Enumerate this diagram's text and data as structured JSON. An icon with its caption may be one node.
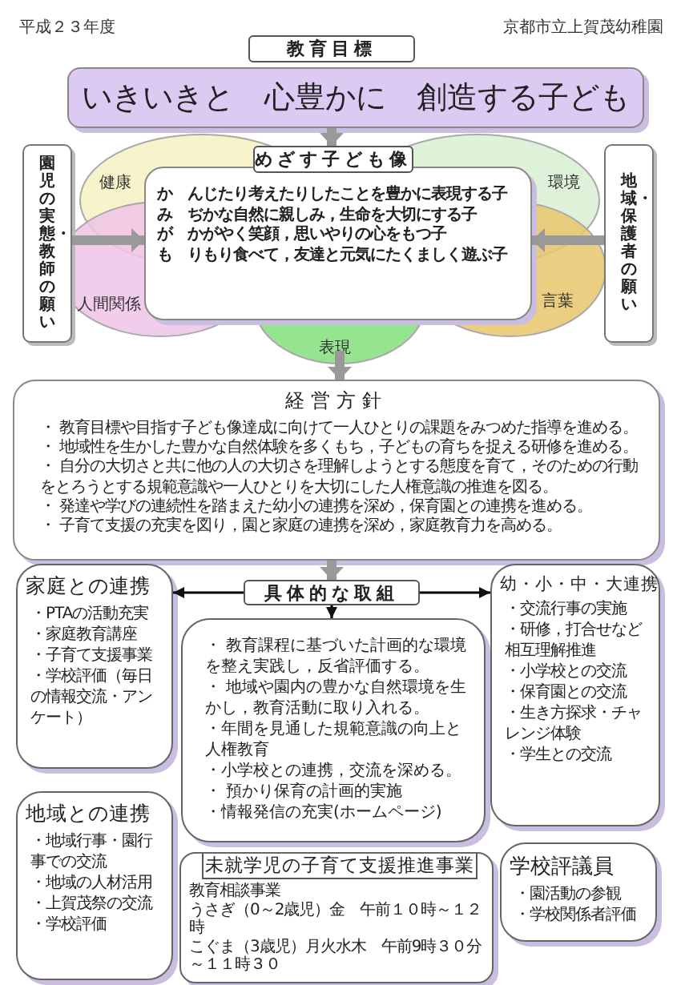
{
  "diagram": {
    "nodes": [
      {
        "text": [
          "教育目標"
        ]
      },
      {
        "text": [
          "いきいきと　心豊かに　創造する子ども"
        ]
      },
      {
        "text": [
          "園児の実態・教師の願い"
        ]
      },
      {
        "text": [
          "健康"
        ]
      },
      {
        "text": [
          "環境"
        ]
      },
      {
        "text": [
          "人間関係"
        ]
      },
      {
        "text": [
          "言葉"
        ]
      },
      {
        "text": [
          "表現"
        ]
      },
      {
        "text": [
          "めざす子ども像"
        ]
      },
      {
        "text": [
          "か　んじたり考えたりしたことを豊かに表現する子",
          "み　ぢかな自然に親しみ，生命を大切にする子",
          "が　かがやく笑顔，思いやりの心をもつ子",
          "も　りもり食べて，友達と元気にたくましく遊ぶ子"
        ]
      },
      {
        "text": [
          "地域・保護者の願い"
        ]
      },
      {
        "text": [
          "経営方針",
          "・ 教育目標や目指す子ども像達成に向けて一人ひとりの課題をみつめた指導を進める。",
          "・ 地域性を生かした豊かな自然体験を多くもち，子どもの育ちを捉える研修を進める。",
          "・ 自分の大切さと共に他の人の大切さを理解しようとする態度を育て，そのための行動をとろうとする規範意識や一人ひとりを大切にした人権意識の推進を図る。",
          "・ 発達や学びの連続性を踏まえた幼小の連携を深め，保育園との連携を進める。",
          "・ 子育て支援の充実を図り，園と家庭の連携を深め，家庭教育力を高める。"
        ]
      },
      {
        "text": [
          "具体的な取組"
        ]
      },
      {
        "text": [
          "家庭との連携",
          "・PTAの活動充実",
          "・家庭教育講座",
          "・子育て支援事業",
          "・学校評価（毎日の情報交流・アンケート）"
        ]
      },
      {
        "text": [
          "・ 教育課程に基づいた計画的な環境を整え実践し，反省評価する。",
          "・ 地域や園内の豊かな自然環境を生かし，教育活動に取り入れる。",
          "・年間を見通した規範意識の向上と人権教育",
          "・小学校との連携，交流を深める。",
          "・ 預かり保育の計画的実施",
          "・情報発信の充実(ホームページ)"
        ]
      },
      {
        "text": [
          "幼・小・中・大連携",
          "・交流行事の実施",
          "・研修，打合せなど相互理解推進",
          "・小学校との交流",
          "・保育園との交流",
          "・生き方探求・チャレンジ体験",
          "・学生との交流"
        ]
      },
      {
        "text": [
          "地域との連携",
          "・地域行事・園行事での交流",
          "・地域の人材活用",
          "・上賀茂祭の交流",
          "・学校評価"
        ]
      },
      {
        "text": [
          "未就学児の子育て支援推進事業",
          "教育相談事業",
          "うさぎ（0～2歳児）金　午前１０時～１２時",
          "こぐま（3歳児）月火水木　午前9時３０分～１１時３０"
        ]
      },
      {
        "text": [
          "学校評議員",
          "・園活動の参観",
          "・学校関係者評価"
        ]
      }
    ],
    "edges": [
      {
        "from": 1,
        "to": 8,
        "arrow": "to"
      },
      {
        "from": 2,
        "to": 9,
        "arrow": "to"
      },
      {
        "from": 10,
        "to": 9,
        "arrow": "to"
      },
      {
        "from": 7,
        "to": 11,
        "arrow": "to"
      },
      {
        "from": 11,
        "to": 12,
        "arrow": "to"
      },
      {
        "from": 12,
        "to": 13,
        "arrow": "to",
        "color": "#000000"
      },
      {
        "from": 12,
        "to": 15,
        "arrow": "to",
        "color": "#000000"
      },
      {
        "from": 12,
        "to": 14,
        "arrow": "to",
        "color": "#000000"
      }
    ],
    "labels": [
      "平成２３年度",
      "京都市立上賀茂幼稚園"
    ]
  }
}
